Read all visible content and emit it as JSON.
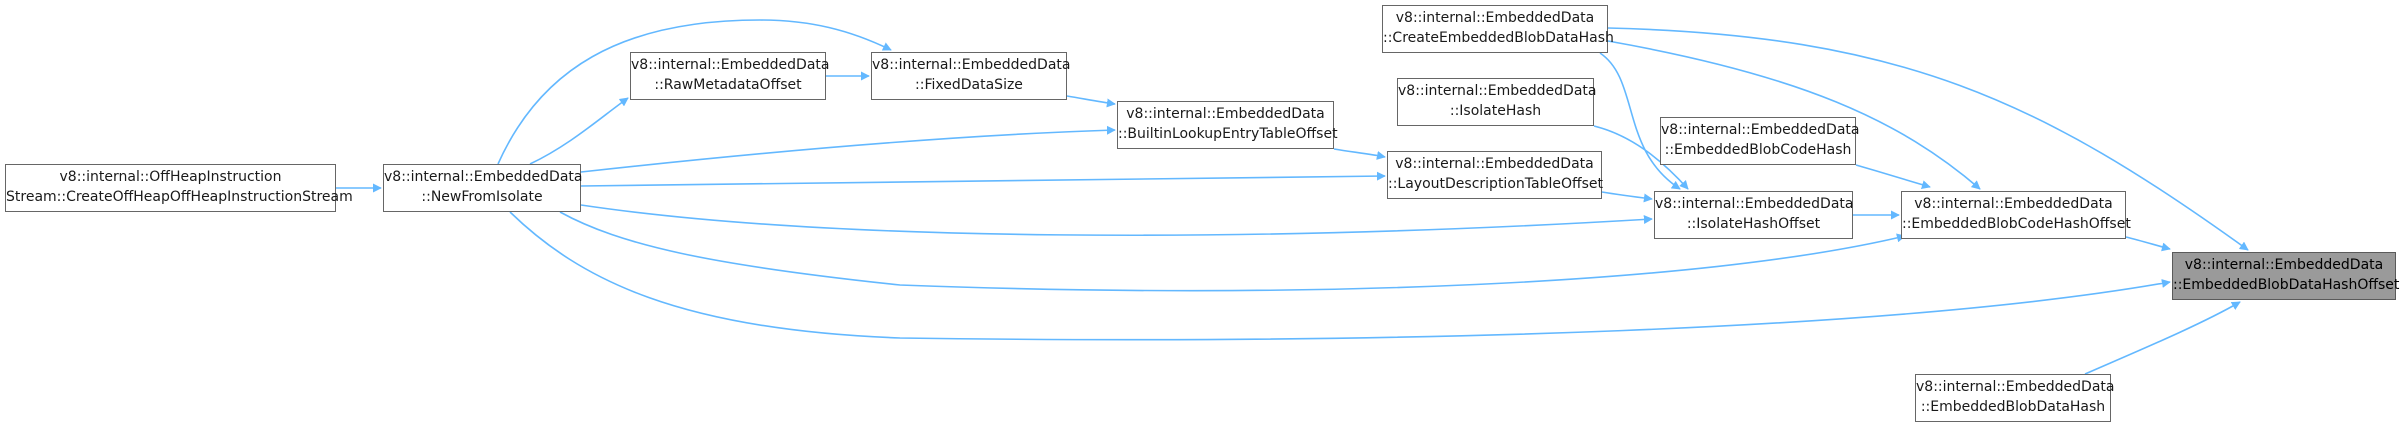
{
  "colors": {
    "edge": "#63b8ff",
    "node_border": "#666666",
    "node_fill": "#ffffff",
    "focus_fill": "#9a9a9a"
  },
  "nodes": {
    "create_off_heap_stream": {
      "line1": "v8::internal::OffHeapInstruction",
      "line2": "Stream::CreateOffHeapOffHeapInstructionStream"
    },
    "new_from_isolate": {
      "line1": "v8::internal::EmbeddedData",
      "line2": "::NewFromIsolate"
    },
    "raw_metadata_offset": {
      "line1": "v8::internal::EmbeddedData",
      "line2": "::RawMetadataOffset"
    },
    "fixed_data_size": {
      "line1": "v8::internal::EmbeddedData",
      "line2": "::FixedDataSize"
    },
    "builtin_lookup_entry_table_offset": {
      "line1": "v8::internal::EmbeddedData",
      "line2": "::BuiltinLookupEntryTableOffset"
    },
    "layout_description_table_offset": {
      "line1": "v8::internal::EmbeddedData",
      "line2": "::LayoutDescriptionTableOffset"
    },
    "create_embedded_blob_data_hash": {
      "line1": "v8::internal::EmbeddedData",
      "line2": "::CreateEmbeddedBlobDataHash"
    },
    "isolate_hash": {
      "line1": "v8::internal::EmbeddedData",
      "line2": "::IsolateHash"
    },
    "isolate_hash_offset": {
      "line1": "v8::internal::EmbeddedData",
      "line2": "::IsolateHashOffset"
    },
    "embedded_blob_code_hash": {
      "line1": "v8::internal::EmbeddedData",
      "line2": "::EmbeddedBlobCodeHash"
    },
    "embedded_blob_code_hash_offset": {
      "line1": "v8::internal::EmbeddedData",
      "line2": "::EmbeddedBlobCodeHashOffset"
    },
    "embedded_blob_data_hash_offset": {
      "line1": "v8::internal::EmbeddedData",
      "line2": "::EmbeddedBlobDataHashOffset"
    },
    "embedded_blob_data_hash": {
      "line1": "v8::internal::EmbeddedData",
      "line2": "::EmbeddedBlobDataHash"
    }
  },
  "edges": [
    {
      "from": "create_off_heap_stream",
      "to": "new_from_isolate"
    },
    {
      "from": "new_from_isolate",
      "to": "raw_metadata_offset"
    },
    {
      "from": "new_from_isolate",
      "to": "fixed_data_size"
    },
    {
      "from": "new_from_isolate",
      "to": "builtin_lookup_entry_table_offset"
    },
    {
      "from": "new_from_isolate",
      "to": "layout_description_table_offset"
    },
    {
      "from": "new_from_isolate",
      "to": "isolate_hash_offset"
    },
    {
      "from": "new_from_isolate",
      "to": "embedded_blob_code_hash_offset"
    },
    {
      "from": "new_from_isolate",
      "to": "embedded_blob_data_hash_offset"
    },
    {
      "from": "raw_metadata_offset",
      "to": "fixed_data_size"
    },
    {
      "from": "fixed_data_size",
      "to": "builtin_lookup_entry_table_offset"
    },
    {
      "from": "builtin_lookup_entry_table_offset",
      "to": "layout_description_table_offset"
    },
    {
      "from": "layout_description_table_offset",
      "to": "isolate_hash_offset"
    },
    {
      "from": "isolate_hash",
      "to": "isolate_hash_offset"
    },
    {
      "from": "create_embedded_blob_data_hash",
      "to": "isolate_hash_offset"
    },
    {
      "from": "create_embedded_blob_data_hash",
      "to": "embedded_blob_code_hash_offset"
    },
    {
      "from": "create_embedded_blob_data_hash",
      "to": "embedded_blob_data_hash_offset"
    },
    {
      "from": "isolate_hash_offset",
      "to": "embedded_blob_code_hash_offset"
    },
    {
      "from": "embedded_blob_code_hash",
      "to": "embedded_blob_code_hash_offset"
    },
    {
      "from": "embedded_blob_code_hash_offset",
      "to": "embedded_blob_data_hash_offset"
    },
    {
      "from": "embedded_blob_data_hash",
      "to": "embedded_blob_data_hash_offset"
    }
  ]
}
